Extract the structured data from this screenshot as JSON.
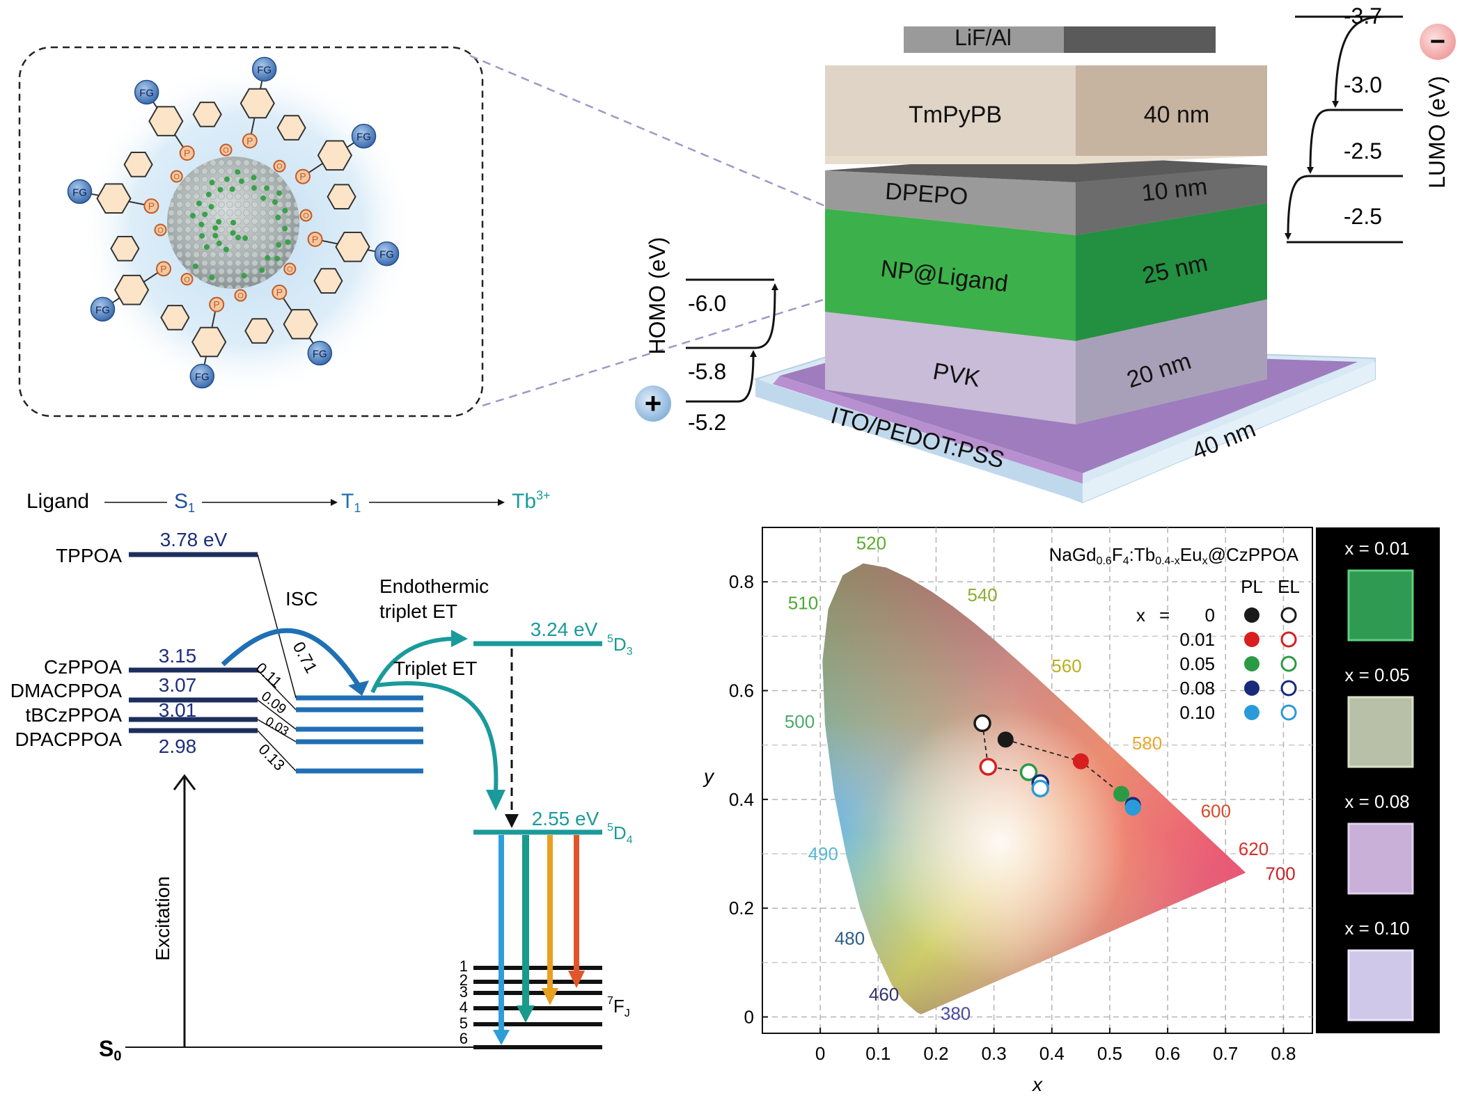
{
  "nanoparticle": {
    "fg_label": "FG",
    "p_label": "P",
    "o_label": "O"
  },
  "device": {
    "layers": [
      {
        "name": "LiF/Al",
        "thickness": ""
      },
      {
        "name": "TmPyPB",
        "thickness": "40 nm"
      },
      {
        "name": "DPEPO",
        "thickness": "10 nm"
      },
      {
        "name": "NP@Ligand",
        "thickness": "25 nm"
      },
      {
        "name": "PVK",
        "thickness": "20 nm"
      },
      {
        "name": "ITO/PEDOT:PSS",
        "thickness": "40 nm"
      }
    ],
    "lumo_label": "LUMO (eV)",
    "lumo_levels": [
      "-3.7",
      "-3.0",
      "-2.5",
      "-2.5"
    ],
    "homo_label": "HOMO (eV)",
    "homo_levels": [
      "-6.0",
      "-5.8",
      "-5.2"
    ],
    "minus_symbol": "−",
    "plus_symbol": "+"
  },
  "energy_diagram": {
    "header": {
      "ligand": "Ligand",
      "s1": "S",
      "s1_sub": "1",
      "t1": "T",
      "t1_sub": "1",
      "tb": "Tb",
      "tb_sup": "3+"
    },
    "ligands": [
      {
        "name": "TPPOA",
        "energy": "3.78 eV",
        "gap": "0.71"
      },
      {
        "name": "CzPPOA",
        "energy": "3.15",
        "gap": "0.11"
      },
      {
        "name": "DMACPPOA",
        "energy": "3.07",
        "gap": "0.09"
      },
      {
        "name": "tBCzPPOA",
        "energy": "3.01",
        "gap": "0.03"
      },
      {
        "name": "DPACPPOA",
        "energy": "2.98",
        "gap": "0.13"
      }
    ],
    "isc": "ISC",
    "endothermic_line1": "Endothermic",
    "endothermic_line2": "triplet ET",
    "triplet_et": "Triplet ET",
    "d3_energy": "3.24 eV",
    "d3_label": "5",
    "d3_name": "D",
    "d3_sub": "3",
    "d4_energy": "2.55 eV",
    "d4_label": "5",
    "d4_name": "D",
    "d4_sub": "4",
    "f_levels": [
      "1",
      "2",
      "3",
      "4",
      "5",
      "6"
    ],
    "f_label_sup": "7",
    "f_label": "F",
    "f_label_sub": "J",
    "excitation": "Excitation",
    "s0": "S",
    "s0_sub": "0"
  },
  "chart_data": {
    "type": "scatter",
    "title": "NaGd0.6F4:Tb0.4-xEux@CzPPOA",
    "title_parts": [
      "NaGd",
      "0.6",
      "F",
      "4",
      ":Tb",
      "0.4-x",
      "Eu",
      "x",
      "@CzPPOA"
    ],
    "xlabel": "x",
    "ylabel": "y",
    "xlim": [
      -0.1,
      0.85
    ],
    "ylim": [
      -0.03,
      0.9
    ],
    "x_ticks": [
      "0",
      "0.1",
      "0.2",
      "0.3",
      "0.4",
      "0.5",
      "0.6",
      "0.7",
      "0.8"
    ],
    "y_ticks": [
      "0",
      "0.2",
      "0.4",
      "0.6",
      "0.8"
    ],
    "grid": true,
    "wavelength_labels": [
      {
        "nm": "380",
        "x": 0.174,
        "y": 0.005,
        "color": "#4a4aa0"
      },
      {
        "nm": "460",
        "x": 0.144,
        "y": 0.03,
        "color": "#33336e"
      },
      {
        "nm": "480",
        "x": 0.091,
        "y": 0.133,
        "color": "#2a5c8a"
      },
      {
        "nm": "490",
        "x": 0.045,
        "y": 0.295,
        "color": "#5ab6d6"
      },
      {
        "nm": "500",
        "x": 0.008,
        "y": 0.538,
        "color": "#4caa6b"
      },
      {
        "nm": "510",
        "x": 0.014,
        "y": 0.75,
        "color": "#4caa30"
      },
      {
        "nm": "520",
        "x": 0.074,
        "y": 0.834,
        "color": "#5caa30"
      },
      {
        "nm": "540",
        "x": 0.23,
        "y": 0.754,
        "color": "#8ab030"
      },
      {
        "nm": "560",
        "x": 0.373,
        "y": 0.624,
        "color": "#b8b020"
      },
      {
        "nm": "580",
        "x": 0.512,
        "y": 0.487,
        "color": "#e8a82a"
      },
      {
        "nm": "600",
        "x": 0.627,
        "y": 0.372,
        "color": "#d84a28"
      },
      {
        "nm": "620",
        "x": 0.691,
        "y": 0.308,
        "color": "#d8302a"
      },
      {
        "nm": "700",
        "x": 0.735,
        "y": 0.265,
        "color": "#c82028"
      }
    ],
    "legend": {
      "x_label": "x",
      "eq": "=",
      "pl": "PL",
      "el": "EL",
      "entries": [
        {
          "label": "0",
          "color": "#1a1a1a"
        },
        {
          "label": "0.01",
          "color": "#d81e1e"
        },
        {
          "label": "0.05",
          "color": "#2b9a45"
        },
        {
          "label": "0.08",
          "color": "#1a2a7a"
        },
        {
          "label": "0.10",
          "color": "#2b9ad8"
        }
      ]
    },
    "series": [
      {
        "name": "PL",
        "points": [
          {
            "x": 0.32,
            "y": 0.51,
            "color": "#1a1a1a"
          },
          {
            "x": 0.45,
            "y": 0.47,
            "color": "#d81e1e"
          },
          {
            "x": 0.52,
            "y": 0.41,
            "color": "#2b9a45"
          },
          {
            "x": 0.54,
            "y": 0.39,
            "color": "#1a2a7a"
          },
          {
            "x": 0.54,
            "y": 0.385,
            "color": "#2b9ad8"
          }
        ]
      },
      {
        "name": "EL",
        "points": [
          {
            "x": 0.28,
            "y": 0.54,
            "color": "#1a1a1a"
          },
          {
            "x": 0.29,
            "y": 0.46,
            "color": "#d81e1e"
          },
          {
            "x": 0.36,
            "y": 0.45,
            "color": "#2b9a45"
          },
          {
            "x": 0.38,
            "y": 0.43,
            "color": "#1a2a7a"
          },
          {
            "x": 0.38,
            "y": 0.42,
            "color": "#2b9ad8"
          }
        ]
      }
    ]
  },
  "photos": [
    {
      "label": "x = 0.01",
      "color": "#2e9a52",
      "glow": "#5ed080"
    },
    {
      "label": "x = 0.05",
      "color": "#b8c0a8",
      "glow": "#d8e0c8"
    },
    {
      "label": "x = 0.08",
      "color": "#c8b0d8",
      "glow": "#e0d0ec"
    },
    {
      "label": "x = 0.10",
      "color": "#d0c8e8",
      "glow": "#ece4f8"
    }
  ]
}
